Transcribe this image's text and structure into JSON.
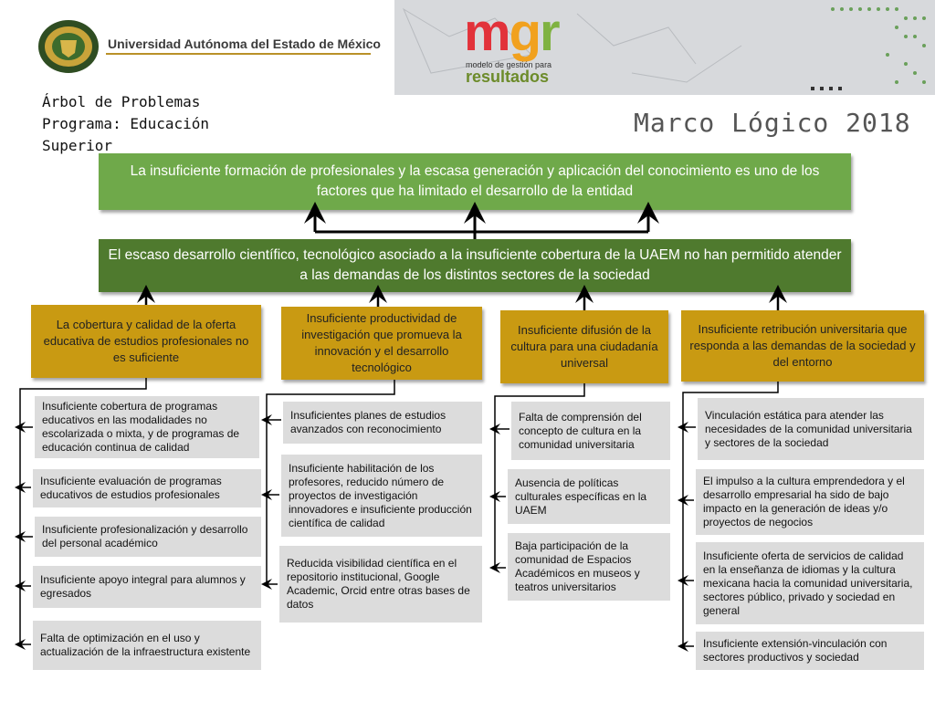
{
  "header": {
    "university": "Universidad Autónoma del Estado de México",
    "title_lines": "Árbol de Problemas\nPrograma: Educación\nSuperior",
    "marco": "Marco Lógico 2018",
    "logo": {
      "word": "mgr",
      "sub": "modelo de gestión para",
      "sub2": "resultados"
    }
  },
  "effect": "La insuficiente formación de profesionales y la escasa generación y aplicación del conocimiento es uno de los factores que ha limitado el desarrollo de la entidad",
  "central_problem": "El escaso desarrollo científico, tecnológico asociado a la insuficiente cobertura de la UAEM no han permitido atender a las demandas de los distintos sectores de la sociedad",
  "causes": [
    {
      "label": "La cobertura y calidad de la oferta educativa de estudios profesionales no es suficiente",
      "subcauses": [
        "Insuficiente cobertura de programas educativos en las modalidades no escolarizada o mixta, y de programas de educación continua de calidad",
        "Insuficiente evaluación de programas educativos de estudios profesionales",
        "Insuficiente profesionalización y desarrollo del personal académico",
        "Insuficiente apoyo integral para alumnos y egresados",
        "Falta de optimización en el uso y actualización de la infraestructura existente"
      ]
    },
    {
      "label": "Insuficiente productividad de investigación que promueva la innovación y el desarrollo tecnológico",
      "subcauses": [
        "Insuficientes planes de estudios avanzados con reconocimiento",
        "Insuficiente habilitación de los profesores, reducido número de proyectos de investigación innovadores e insuficiente producción científica de calidad",
        "Reducida visibilidad científica en el repositorio institucional, Google Academic, Orcid entre otras bases de datos"
      ]
    },
    {
      "label": "Insuficiente difusión de la cultura para una ciudadanía universal",
      "subcauses": [
        "Falta de comprensión del concepto de cultura en la comunidad universitaria",
        "Ausencia de políticas culturales específicas en la UAEM",
        "Baja participación de la comunidad de Espacios Académicos en museos y teatros universitarios"
      ]
    },
    {
      "label": "Insuficiente retribución universitaria que responda a las demandas de la sociedad y del entorno",
      "subcauses": [
        "Vinculación estática para atender las necesidades de la comunidad universitaria y sectores de la sociedad",
        "El impulso a la cultura emprendedora y el desarrollo empresarial ha sido de bajo impacto en la generación de ideas y/o proyectos de negocios",
        "Insuficiente oferta de servicios de calidad en la enseñanza de idiomas y la cultura mexicana hacia la comunidad universitaria, sectores público, privado y sociedad en general",
        "Insuficiente extensión-vinculación con sectores productivos y sociedad"
      ]
    }
  ],
  "colors": {
    "effect": "#6fa94a",
    "central": "#4f7a2e",
    "cause": "#c99a12",
    "subcause": "#dcdcdc"
  },
  "icons": [
    "university-seal-icon",
    "arrow-up-icon",
    "arrow-left-icon"
  ]
}
